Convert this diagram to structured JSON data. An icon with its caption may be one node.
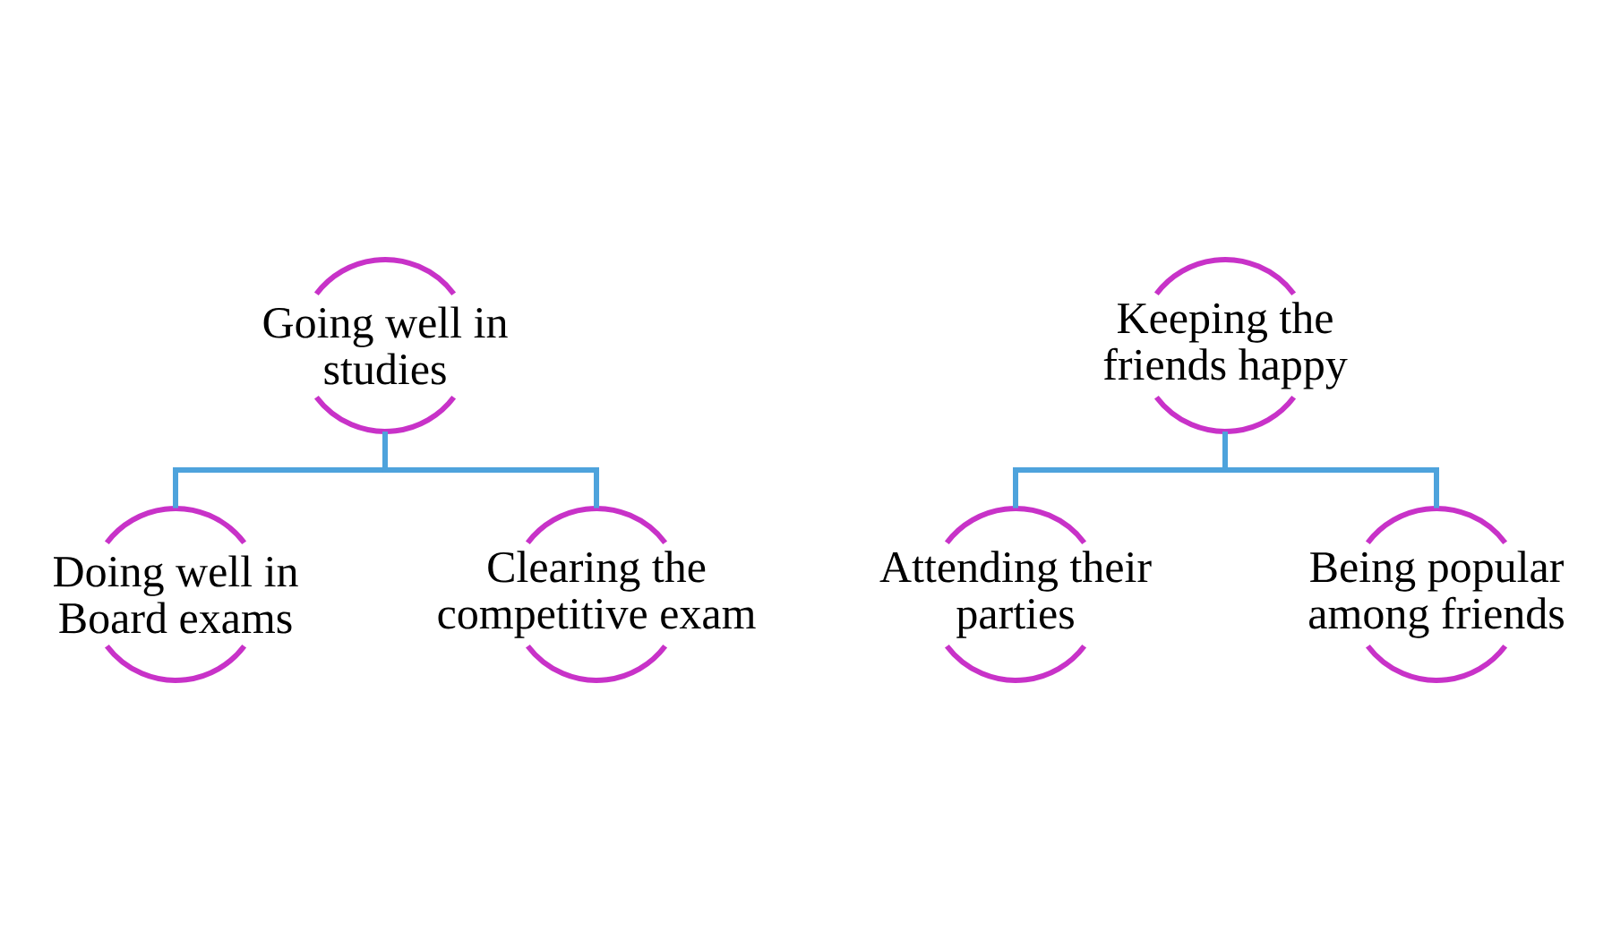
{
  "diagram": {
    "nodes": [
      {
        "text": [
          "Going well in studies"
        ]
      },
      {
        "text": [
          "Doing well in Board exams"
        ]
      },
      {
        "text": [
          "Clearing the competitive exam"
        ]
      },
      {
        "text": [
          "Keeping the friends happy"
        ]
      },
      {
        "text": [
          "Attending their parties"
        ]
      },
      {
        "text": [
          "Being popular among friends"
        ]
      }
    ],
    "edges": [
      {
        "from": 0,
        "to": 1,
        "arrow": "none"
      },
      {
        "from": 0,
        "to": 2,
        "arrow": "none"
      },
      {
        "from": 3,
        "to": 4,
        "arrow": "none"
      },
      {
        "from": 3,
        "to": 5,
        "arrow": "none"
      }
    ]
  }
}
